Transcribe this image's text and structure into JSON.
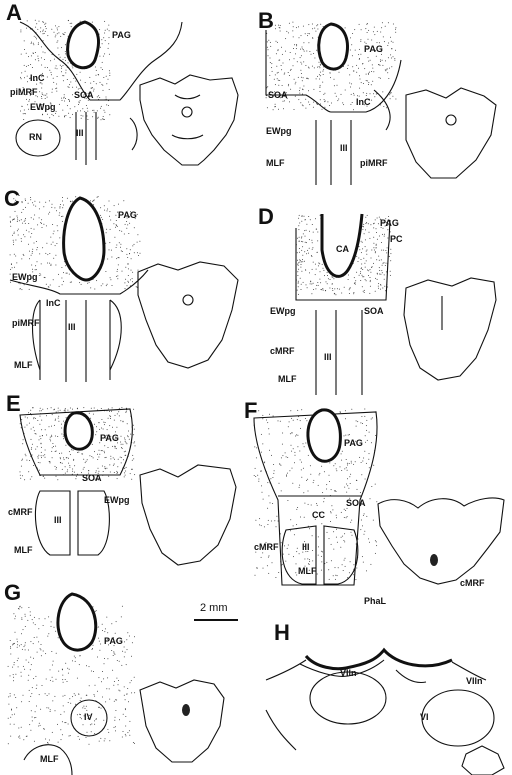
{
  "figure": {
    "panels": [
      {
        "id": "A",
        "labels": {
          "pag": "PAG",
          "inc": "InC",
          "pimrf": "piMRF",
          "soa": "SOA",
          "ewpg": "EWpg",
          "rn": "RN",
          "iii": "III"
        }
      },
      {
        "id": "B",
        "labels": {
          "pag": "PAG",
          "soa": "SOA",
          "inc": "InC",
          "ewpg": "EWpg",
          "iii": "III",
          "mlf": "MLF",
          "pimrf": "piMRF"
        }
      },
      {
        "id": "C",
        "labels": {
          "pag": "PAG",
          "ewpg": "EWpg",
          "inc": "InC",
          "iii": "III",
          "pimrf": "piMRF",
          "mlf": "MLF"
        }
      },
      {
        "id": "D",
        "labels": {
          "pag": "PAG",
          "ca": "CA",
          "pc": "PC",
          "ewpg": "EWpg",
          "soa": "SOA",
          "cmrf": "cMRF",
          "iii": "III",
          "mlf": "MLF"
        }
      },
      {
        "id": "E",
        "labels": {
          "pag": "PAG",
          "soa": "SOA",
          "ewpg": "EWpg",
          "cmrf": "cMRF",
          "iii": "III",
          "mlf": "MLF"
        }
      },
      {
        "id": "F",
        "labels": {
          "pag": "PAG",
          "soa": "SOA",
          "cc": "CC",
          "cmrf": "cMRF",
          "iii": "III",
          "mlf": "MLF",
          "cmrf2": "cMRF",
          "phal": "PhaL"
        }
      },
      {
        "id": "G",
        "labels": {
          "pag": "PAG",
          "iv": "IV",
          "mlf": "MLF"
        }
      },
      {
        "id": "H",
        "labels": {
          "viln": "VIln",
          "viln2": "VIln",
          "vi": "VI"
        }
      }
    ],
    "scale_bar": "2 mm"
  }
}
